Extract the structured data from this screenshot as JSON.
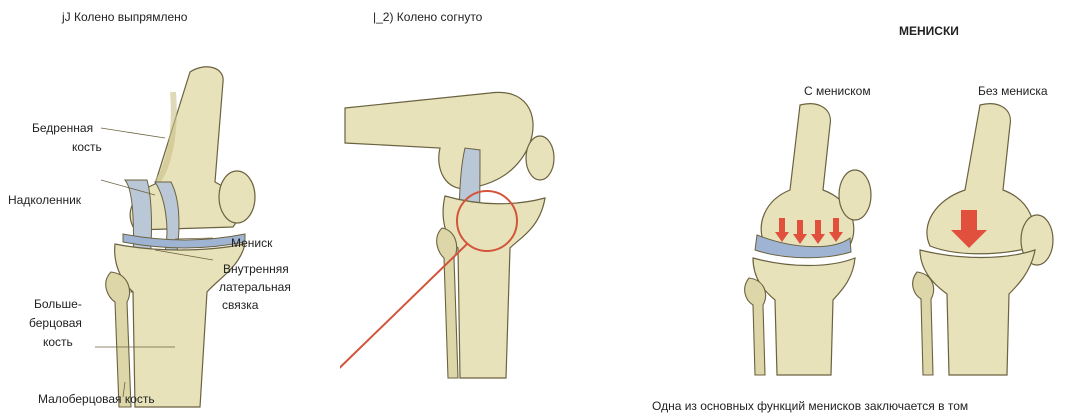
{
  "figure1": {
    "caption": "jJ Колено выпрямлено",
    "labels": {
      "femur": [
        "Бедренная",
        "кость"
      ],
      "patella": "Надколенник",
      "meniscus": "Мениск",
      "ligament": [
        "Внутренняя",
        "латеральная",
        "связка"
      ],
      "tibia": [
        "Больше-",
        "берцовая",
        "кость"
      ],
      "fibula": "Малоберцовая  кость"
    }
  },
  "figure2": {
    "caption": "|_2) Колено согнуто"
  },
  "menisci": {
    "title": "МЕНИСКИ",
    "with_label": "С  мениском",
    "without_label": "Без мениска",
    "note": "Одна  из  основных  функций  менисков  заключается  в  том"
  },
  "colors": {
    "bone": "#e8e2ba",
    "bone_shadow": "#c9c08a",
    "outline": "#6b6240",
    "ligament": "#b9c7d6",
    "meniscus_band": "#9fb4d2",
    "arrow": "#e0503c",
    "leader": "#d2553c"
  }
}
